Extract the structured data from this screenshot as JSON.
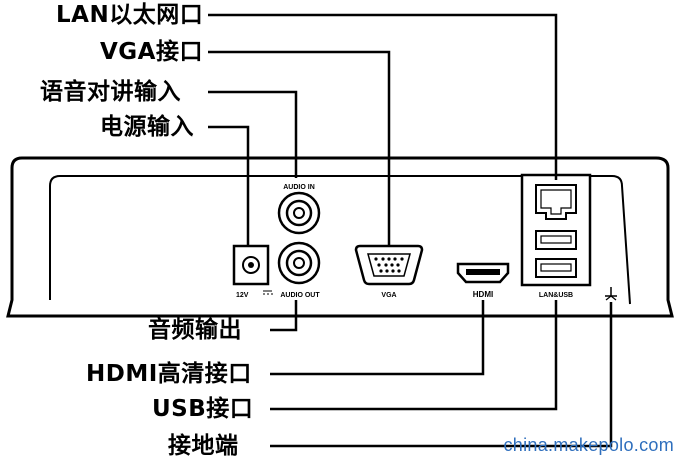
{
  "callouts": {
    "lan_port": "LAN以太网口",
    "vga_port": "VGA接口",
    "audio_in": "语音对讲输入",
    "power_in": "电源输入",
    "audio_out": "音频输出",
    "hdmi_port": "HDMI高清接口",
    "usb_port": "USB接口",
    "ground": "接地端"
  },
  "panel_labels": {
    "audio_in": "AUDIO IN",
    "power": "12V",
    "audio_out": "AUDIO OUT",
    "vga": "VGA",
    "hdmi": "HDMI",
    "lan_usb": "LAN&USB"
  },
  "watermark": "china.makepolo.com"
}
